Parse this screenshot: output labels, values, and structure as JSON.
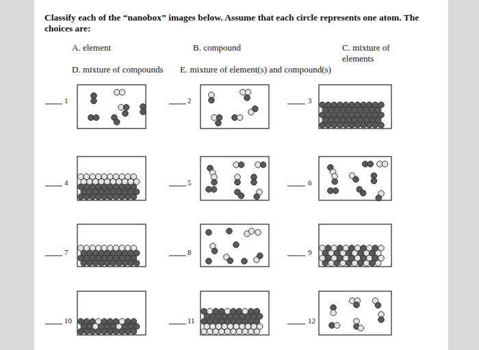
{
  "diagram": {
    "title": "Classify each of the “nanobox” images below. Assume that each circle represents one atom. The choices are:",
    "labels": [
      "A. element",
      "B. compound",
      "C. mixture of elements",
      "D. mixture of compounds",
      "E. mixture of element(s) and compound(s)",
      "1",
      "2",
      "3",
      "4",
      "5",
      "6",
      "7",
      "8",
      "9",
      "10",
      "11",
      "12"
    ]
  }
}
